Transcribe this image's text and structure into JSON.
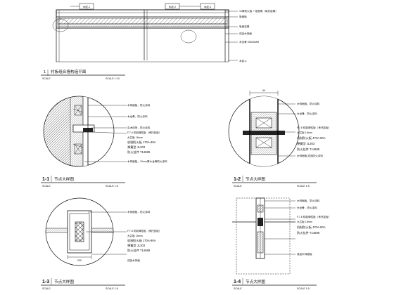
{
  "plan": {
    "tag1": "木纹-1",
    "tag2": "木纹-2",
    "tag3": "木纹-3",
    "tag4": "木纹-4",
    "notes": [
      "12厚防火板 + 吸音棉（填充岩棉）",
      "吸音板",
      "吸音岩棉",
      "成品木饰面",
      "木龙骨 25X30MM"
    ],
    "title_num": "1",
    "title": "衬板组合墙构造平面",
    "sub_left": "SCALE",
    "sub_right": "SCALE 1:10"
  },
  "d1": {
    "notes": [
      "木饰面板，防火涂料",
      "木龙骨，防火涂料",
      "实木线条，防火涂料",
      "F.7.6 机制弹性板（承托挂板）",
      "大芯板 18mm",
      "机制防火板 J70A-90A",
      "弹簧型 JL303",
      "防火挂件 T14689"
    ],
    "bottom_note": "木饰面板，10mm厚木龙骨防火涂料",
    "title_num": "1-1",
    "title": "节点大样图",
    "sub_left": "SCALE",
    "sub_right": "SCALE 1:5"
  },
  "d2": {
    "dim": "90",
    "notes": [
      "木饰面板，防火涂料",
      "木龙骨，防火涂料",
      "F.7.6 机制弹性板（承托挂板）",
      "大芯板 18mm",
      "机制防火板 J70A-90A",
      "弹簧型 JL303",
      "防火挂件 T14689",
      "木饰面板 成品防火涂料"
    ],
    "title_num": "1-2",
    "title": "节点大样图",
    "sub_left": "SCALE",
    "sub_right": "SCALE 1:5"
  },
  "d3": {
    "dim": "200",
    "notes": [
      "木饰面板，防火涂料",
      "F.7.6 机制弹性板（承托挂板）",
      "大芯板 18mm",
      "机制防火板 J70A-90A",
      "弹簧型 JL303",
      "防火挂件 T14689",
      "成品木饰面"
    ],
    "title_num": "1-3",
    "title": "节点大样图",
    "sub_left": "SCALE",
    "sub_right": "SCALE 1:5"
  },
  "d4": {
    "notes": [
      "木饰面板，防火涂料",
      "木龙骨，防火涂料",
      "F.7.6 机制弹性板（承托挂板）",
      "大芯板 18mm",
      "机制防火板 J70A-90A",
      "防火挂件 T14689",
      "成品木饰面板"
    ],
    "title_num": "1-4",
    "title": "节点大样图",
    "sub_left": "SCALE",
    "sub_right": "SCALE 1:5"
  }
}
